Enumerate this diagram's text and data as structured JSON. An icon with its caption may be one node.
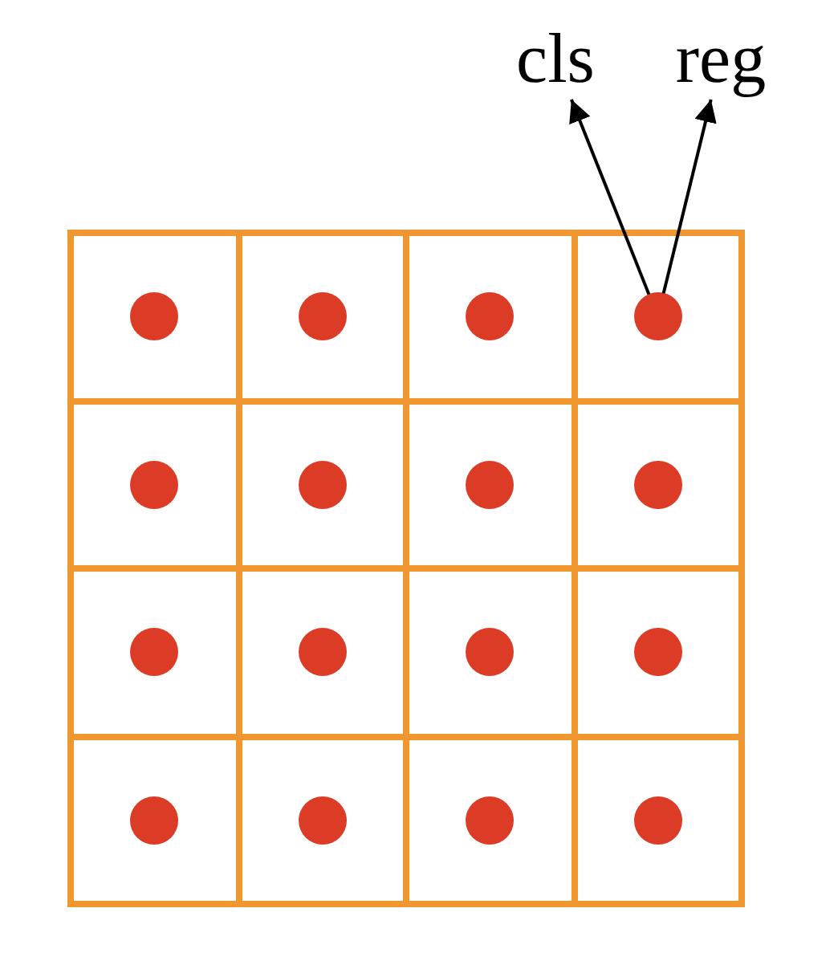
{
  "diagram": {
    "nodes": [
      {
        "text": [
          "cls"
        ]
      },
      {
        "text": [
          "reg"
        ]
      },
      {
        "text": [],
        "shape": "box"
      },
      {
        "text": [],
        "shape": "circle",
        "in": 2
      },
      {
        "text": [],
        "shape": "box"
      },
      {
        "text": [],
        "shape": "circle",
        "in": 4
      },
      {
        "text": [],
        "shape": "box"
      },
      {
        "text": [],
        "shape": "circle",
        "in": 6
      },
      {
        "text": [],
        "shape": "box"
      },
      {
        "text": [],
        "shape": "circle",
        "in": 8
      },
      {
        "text": [],
        "shape": "box"
      },
      {
        "text": [],
        "shape": "circle",
        "in": 10
      },
      {
        "text": [],
        "shape": "box"
      },
      {
        "text": [],
        "shape": "circle",
        "in": 12
      },
      {
        "text": [],
        "shape": "box"
      },
      {
        "text": [],
        "shape": "circle",
        "in": 14
      },
      {
        "text": [],
        "shape": "box"
      },
      {
        "text": [],
        "shape": "circle",
        "in": 16
      },
      {
        "text": [],
        "shape": "box"
      },
      {
        "text": [],
        "shape": "circle",
        "in": 18
      },
      {
        "text": [],
        "shape": "box"
      },
      {
        "text": [],
        "shape": "circle",
        "in": 20
      },
      {
        "text": [],
        "shape": "box"
      },
      {
        "text": [],
        "shape": "circle",
        "in": 22
      },
      {
        "text": [],
        "shape": "box"
      },
      {
        "text": [],
        "shape": "circle",
        "in": 24
      },
      {
        "text": [],
        "shape": "box"
      },
      {
        "text": [],
        "shape": "circle",
        "in": 26
      },
      {
        "text": [],
        "shape": "box"
      },
      {
        "text": [],
        "shape": "circle",
        "in": 28
      },
      {
        "text": [],
        "shape": "box"
      },
      {
        "text": [],
        "shape": "circle",
        "in": 30
      },
      {
        "text": [],
        "shape": "box"
      },
      {
        "text": [],
        "shape": "circle",
        "in": 32
      }
    ],
    "edges": [
      {
        "from": 9,
        "to": 0,
        "arrow": "to"
      },
      {
        "from": 9,
        "to": 1,
        "arrow": "to"
      }
    ]
  }
}
